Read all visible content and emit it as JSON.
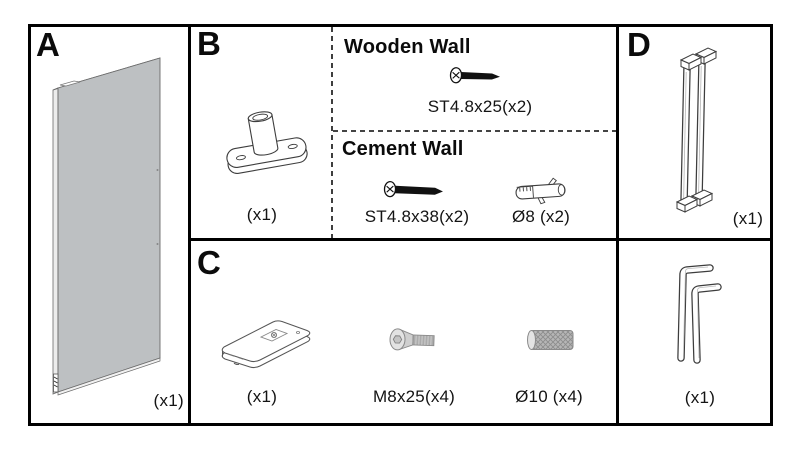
{
  "diagram": {
    "panel_a": {
      "label": "A",
      "qty": "(x1)"
    },
    "panel_b": {
      "label": "B",
      "qty": "(x1)"
    },
    "wooden_wall": {
      "title": "Wooden Wall",
      "screw_label": "ST4.8x25(x2)"
    },
    "cement_wall": {
      "title": "Cement Wall",
      "screw_label": "ST4.8x38(x2)",
      "anchor_label": "Ø8 (x2)"
    },
    "panel_c": {
      "label": "C",
      "qty": "(x1)",
      "bolt_label": "M8x25(x4)",
      "dowel_label": "Ø10 (x4)"
    },
    "panel_d": {
      "label": "D",
      "qty": "(x1)"
    },
    "tools": {
      "qty": "(x1)"
    }
  },
  "illustrations": {
    "panel_a": "door-panel",
    "panel_b": "floor-guide",
    "wooden_wall": "wood-screw",
    "cement_wall_screw": "concrete-screw",
    "cement_wall_anchor": "wall-anchor",
    "panel_c_plate": "cover-plate",
    "panel_c_bolt": "countersunk-bolt",
    "panel_c_dowel": "knurled-dowel",
    "panel_d": "door-pull-handle",
    "tools": "allen-keys"
  },
  "colors": {
    "border": "#000000",
    "dashed_line": "#2a2a2a",
    "panel_gray": "#bdc0c2",
    "metal_gray": "#ababab",
    "metal_light": "#e2e2e2",
    "screw_black": "#111111",
    "line_art": "#3d3d3d"
  }
}
